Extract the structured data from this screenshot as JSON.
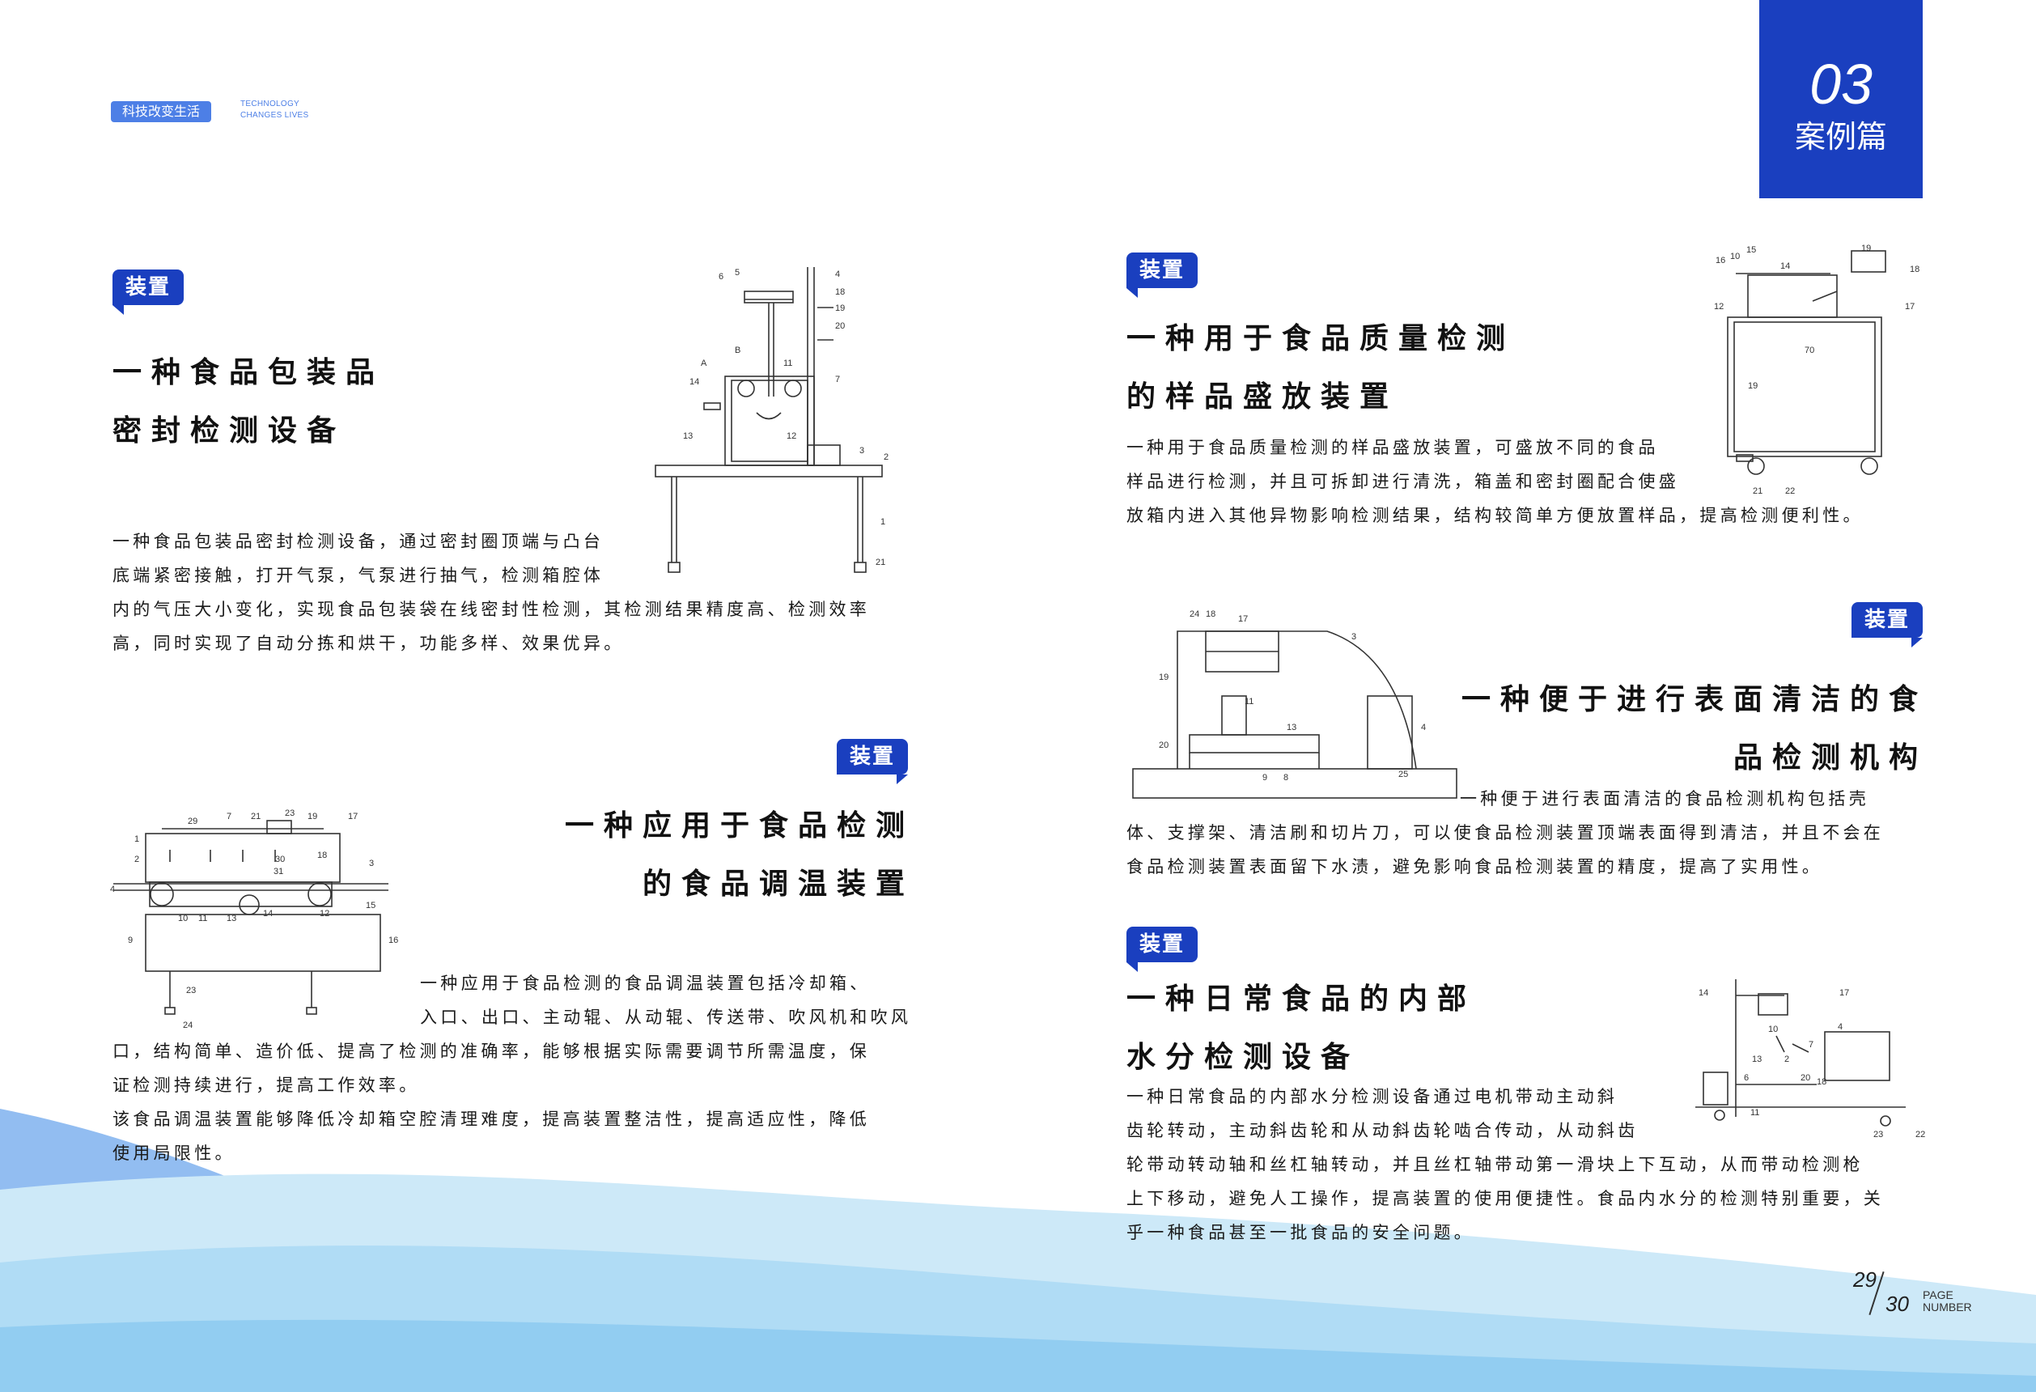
{
  "colors": {
    "accent": "#1a3fbf",
    "tag_blue": "#4d7fe6",
    "wave_light": "#cfe8f8",
    "wave_mid": "#8fc8ee",
    "wave_deep": "#6da4e8"
  },
  "header": {
    "tag_cn": "科技改变生活",
    "tag_en_line1": "TECHNOLOGY",
    "tag_en_line2": "CHANGES  LIVES",
    "chapter_number": "03",
    "chapter_label": "案例篇"
  },
  "sections": [
    {
      "badge": "装置",
      "title_line1": "一种食品包装品",
      "title_line2": "密封检测设备",
      "body": [
        "一种食品包装品密封检测设备，通过密封圈顶端与凸台",
        "底端紧密接触，打开气泵，气泵进行抽气，检测箱腔体",
        "内的气压大小变化，实现食品包装袋在线密封性检测，其检测结果精度高、检测效率",
        "高，同时实现了自动分拣和烘干，功能多样、效果优异。"
      ]
    },
    {
      "badge": "装置",
      "title_line1": "一种应用于食品检测",
      "title_line2": "的食品调温装置",
      "body": [
        "一种应用于食品检测的食品调温装置包括冷却箱、",
        "入口、出口、主动辊、从动辊、传送带、吹风机和吹风",
        "口，结构简单、造价低、提高了检测的准确率，能够根据实际需要调节所需温度，保",
        "证检测持续进行，提高工作效率。",
        "该食品调温装置能够降低冷却箱空腔清理难度，提高装置整洁性，提高适应性，降低",
        "使用局限性。"
      ]
    },
    {
      "badge": "装置",
      "title_line1": "一种用于食品质量检测",
      "title_line2": "的样品盛放装置",
      "body": [
        "一种用于食品质量检测的样品盛放装置，可盛放不同的食品",
        "样品进行检测，并且可拆卸进行清洗，箱盖和密封圈配合使盛",
        "放箱内进入其他异物影响检测结果，结构较简单方便放置样品，提高检测便利性。"
      ]
    },
    {
      "badge": "装置",
      "title_line1": "一种便于进行表面清洁的食",
      "title_line2": "品检测机构",
      "body": [
        "一种便于进行表面清洁的食品检测机构包括壳",
        "体、支撑架、清洁刷和切片刀，可以使食品检测装置顶端表面得到清洁，并且不会在",
        "食品检测装置表面留下水渍，避免影响食品检测装置的精度，提高了实用性。"
      ]
    },
    {
      "badge": "装置",
      "title_line1": "一种日常食品的内部",
      "title_line2": "水分检测设备",
      "body": [
        "一种日常食品的内部水分检测设备通过电机带动主动斜",
        "齿轮转动，主动斜齿轮和从动斜齿轮啮合传动，从动斜齿",
        "轮带动转动轴和丝杠轴转动，并且丝杠轴带动第一滑块上下互动，从而带动检测枪",
        "上下移动，避免人工操作，提高装置的使用便捷性。食品内水分的检测特别重要，关",
        "乎一种食品甚至一批食品的安全问题。"
      ]
    }
  ],
  "figure_labels": {
    "fig1": [
      "6",
      "5",
      "4",
      "18",
      "19",
      "20",
      "A",
      "B",
      "11",
      "14",
      "7",
      "13",
      "12",
      "3",
      "2",
      "1",
      "21"
    ],
    "fig2": [
      "29",
      "7",
      "21",
      "23",
      "19",
      "17",
      "1",
      "2",
      "30",
      "18",
      "31",
      "3",
      "4",
      "10",
      "11",
      "13",
      "14",
      "12",
      "15",
      "9",
      "16",
      "23",
      "24"
    ],
    "fig3": [
      "19",
      "15",
      "16",
      "14",
      "10",
      "18",
      "12",
      "17",
      "70",
      "19",
      "21",
      "22"
    ],
    "fig4": [
      "24",
      "18",
      "17",
      "3",
      "19",
      "11",
      "13",
      "4",
      "20",
      "8",
      "9",
      "25"
    ],
    "fig5": [
      "14",
      "17",
      "10",
      "4",
      "2",
      "7",
      "13",
      "6",
      "20",
      "18",
      "11",
      "23",
      "22"
    ]
  },
  "page": {
    "current": "29",
    "total": "30",
    "label_line1": "PAGE",
    "label_line2": "NUMBER"
  }
}
